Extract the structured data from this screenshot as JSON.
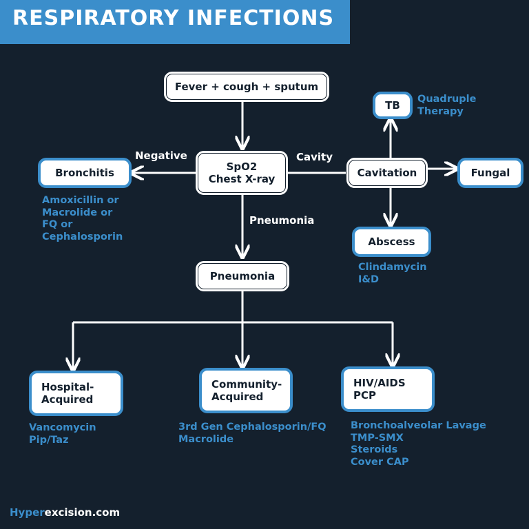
{
  "title": "RESPIRATORY INFECTIONS",
  "nodes": {
    "symptoms": "Fever + cough + sputum",
    "xray_line1": "SpO2",
    "xray_line2": "Chest X-ray",
    "bronchitis": "Bronchitis",
    "cavitation": "Cavitation",
    "tb": "TB",
    "fungal": "Fungal",
    "abscess": "Abscess",
    "pneumonia": "Pneumonia",
    "hospital_line1": "Hospital-",
    "hospital_line2": "Acquired",
    "community_line1": "Community-",
    "community_line2": "Acquired",
    "hiv_line1": "HIV/AIDS",
    "hiv_line2": "PCP"
  },
  "edge_labels": {
    "negative": "Negative",
    "cavity": "Cavity",
    "pneumonia": "Pneumonia"
  },
  "notes": {
    "bronchitis": [
      "Amoxicillin or",
      "Macrolide or",
      "FQ or",
      "Cephalosporin"
    ],
    "tb": [
      "Quadruple",
      "Therapy"
    ],
    "abscess": [
      "Clindamycin",
      "I&D"
    ],
    "hospital": [
      "Vancomycin",
      "Pip/Taz"
    ],
    "community": [
      "3rd Gen Cephalosporin/FQ",
      "Macrolide"
    ],
    "hiv": [
      "Bronchoalveolar Lavage",
      "TMP-SMX",
      "Steroids",
      "Cover CAP"
    ]
  },
  "footer": {
    "brand_part1": "Hyper",
    "brand_part2": "excision.com"
  },
  "colors": {
    "background": "#14202d",
    "accent": "#3b8ecb",
    "box_fill": "#ffffff",
    "text_dark": "#14202d"
  }
}
